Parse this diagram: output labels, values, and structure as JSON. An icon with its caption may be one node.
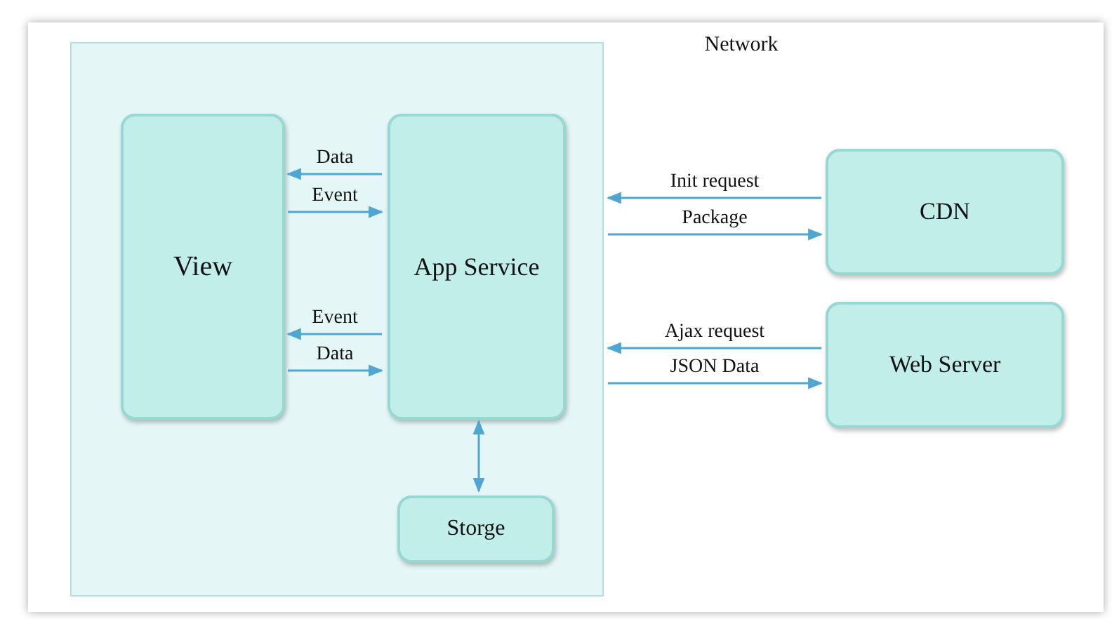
{
  "diagram": {
    "nodes": [
      {
        "text": [],
        "shape": "box"
      },
      {
        "text": [
          "View"
        ],
        "in": 0
      },
      {
        "text": [
          "App Service"
        ],
        "in": 0
      },
      {
        "text": [
          "Storge"
        ],
        "in": 0
      },
      {
        "text": [
          "CDN"
        ]
      },
      {
        "text": [
          "Web Server"
        ]
      }
    ],
    "edges": [
      {
        "from": 2,
        "to": 1,
        "arrow": "to",
        "label": "Data"
      },
      {
        "from": 1,
        "to": 2,
        "arrow": "to",
        "label": "Event"
      },
      {
        "from": 2,
        "to": 1,
        "arrow": "to",
        "label": "Event"
      },
      {
        "from": 1,
        "to": 2,
        "arrow": "to",
        "label": "Data"
      },
      {
        "from": 2,
        "to": 3,
        "arrow": "both"
      },
      {
        "from": 4,
        "to": 0,
        "arrow": "to",
        "label": "Init request"
      },
      {
        "from": 0,
        "to": 4,
        "arrow": "to",
        "label": "Package"
      },
      {
        "from": 5,
        "to": 0,
        "arrow": "to",
        "label": "Ajax request"
      },
      {
        "from": 0,
        "to": 5,
        "arrow": "to",
        "label": "JSON Data"
      }
    ],
    "labels": [
      "Network"
    ]
  }
}
